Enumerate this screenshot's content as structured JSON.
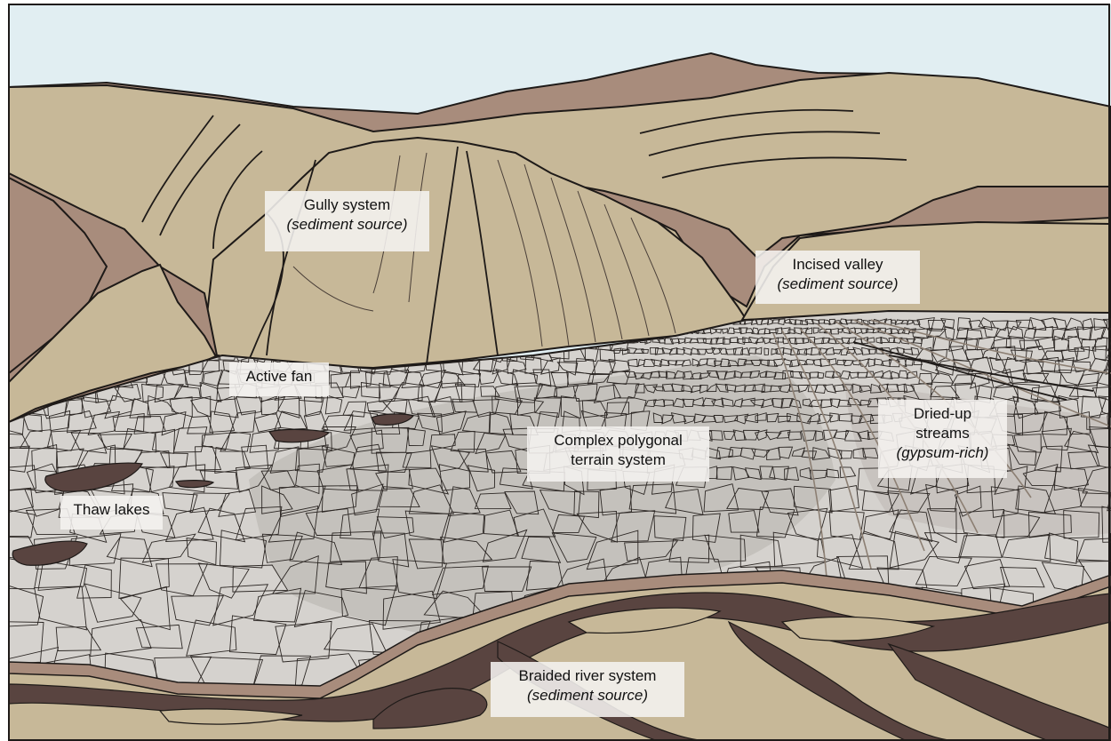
{
  "colors": {
    "sky": "#e1eef2",
    "hill": "#c7b898",
    "dark_rock": "#a88c7c",
    "dark_channel": "#594440",
    "plain": "#d5d2ce",
    "plain_dark": "#b7b2ad",
    "outline": "#1e1a18",
    "crack": "#2c2724",
    "stream": "#8c7f73"
  },
  "labels": {
    "gully": {
      "title": "Gully  system",
      "sub": "(sediment source)"
    },
    "incised": {
      "title": "Incised valley",
      "sub": "(sediment source)"
    },
    "fan": {
      "title": "Active fan"
    },
    "polygonal": {
      "line1": "Complex polygonal",
      "line2": "terrain system"
    },
    "streams": {
      "line1": "Dried-up",
      "line2": "streams",
      "sub": "(gypsum-rich)"
    },
    "thaw": {
      "title": "Thaw lakes"
    },
    "braided": {
      "title": "Braided river system",
      "sub": "(sediment source)"
    }
  }
}
